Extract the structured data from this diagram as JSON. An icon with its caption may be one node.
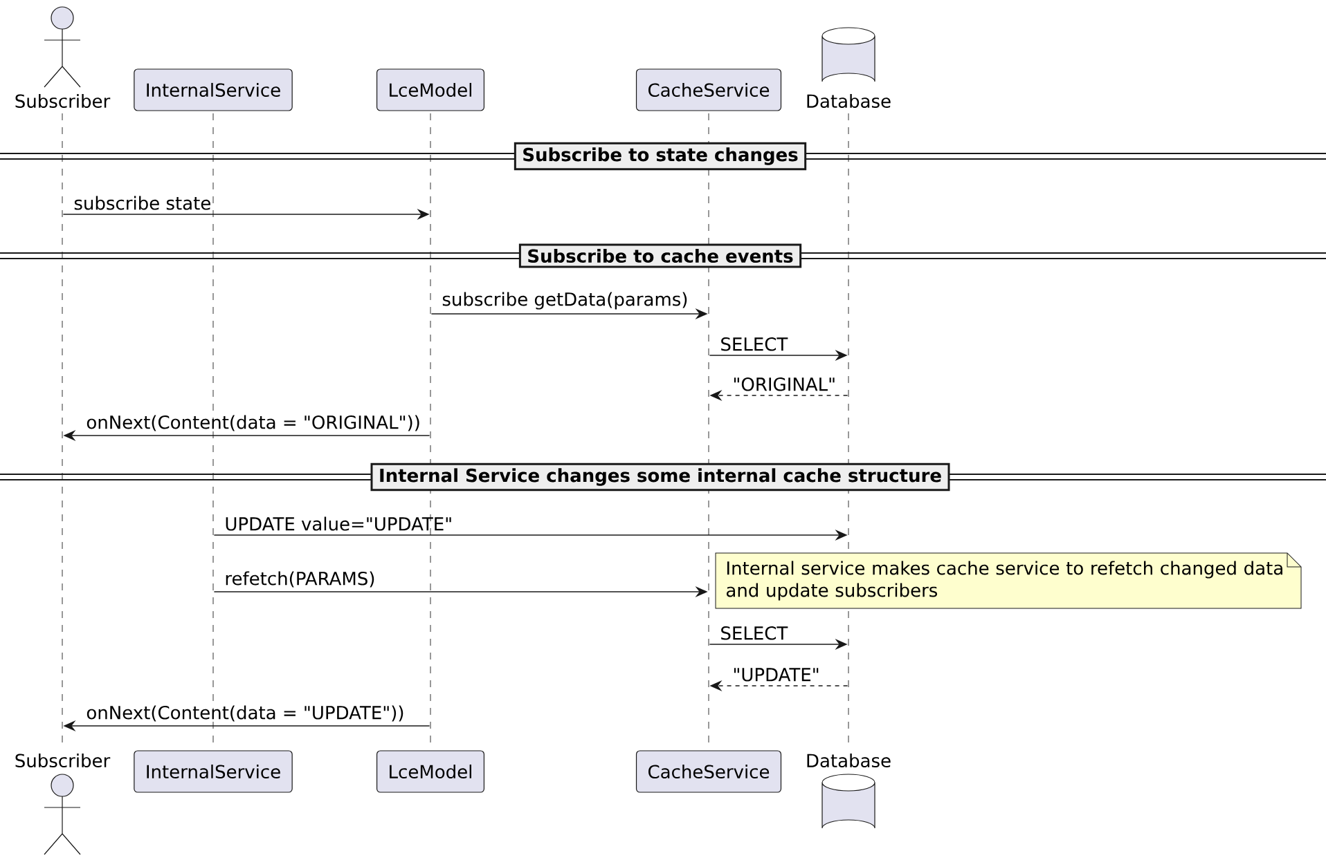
{
  "diagram": {
    "nodes": [
      {
        "text": [
          "Subscriber"
        ]
      },
      {
        "text": [
          "InternalService"
        ]
      },
      {
        "text": [
          "LceModel"
        ]
      },
      {
        "text": [
          "CacheService"
        ]
      },
      {
        "text": [
          "Database"
        ]
      },
      {
        "text": [],
        "shape": "line"
      },
      {
        "text": [],
        "shape": "line"
      },
      {
        "text": [],
        "shape": "line"
      },
      {
        "text": [],
        "shape": "line"
      },
      {
        "text": [],
        "shape": "line"
      },
      {
        "text": [
          "Subscribe to state changes"
        ]
      },
      {
        "text": [
          "Subscribe to cache events"
        ]
      },
      {
        "text": [
          "Internal Service changes some internal cache structure"
        ]
      },
      {
        "text": [
          "Internal service makes cache service to refetch changed data and update subscribers"
        ]
      },
      {
        "text": [
          "Subscriber"
        ]
      },
      {
        "text": [
          "InternalService"
        ]
      },
      {
        "text": [
          "LceModel"
        ]
      },
      {
        "text": [
          "CacheService"
        ]
      },
      {
        "text": [
          "Database"
        ]
      }
    ],
    "edges": [
      {
        "from": 5,
        "to": 7,
        "arrow": "to",
        "label": "subscribe state"
      },
      {
        "from": 7,
        "to": 8,
        "arrow": "to",
        "label": "subscribe getData(params)"
      },
      {
        "from": 8,
        "to": 9,
        "arrow": "to",
        "label": "SELECT"
      },
      {
        "from": 9,
        "to": 8,
        "arrow": "to",
        "label": "\"ORIGINAL\"",
        "style": "dashed"
      },
      {
        "from": 7,
        "to": 5,
        "arrow": "to",
        "label": "onNext(Content(data = \"ORIGINAL\"))"
      },
      {
        "from": 6,
        "to": 9,
        "arrow": "to",
        "label": "UPDATE value=\"UPDATE\""
      },
      {
        "from": 6,
        "to": 8,
        "arrow": "to",
        "label": "refetch(PARAMS)"
      },
      {
        "from": 8,
        "to": 9,
        "arrow": "to",
        "label": "SELECT"
      },
      {
        "from": 9,
        "to": 8,
        "arrow": "to",
        "label": "\"UPDATE\"",
        "style": "dashed"
      },
      {
        "from": 7,
        "to": 5,
        "arrow": "to",
        "label": "onNext(Content(data = \"UPDATE\"))"
      }
    ]
  }
}
